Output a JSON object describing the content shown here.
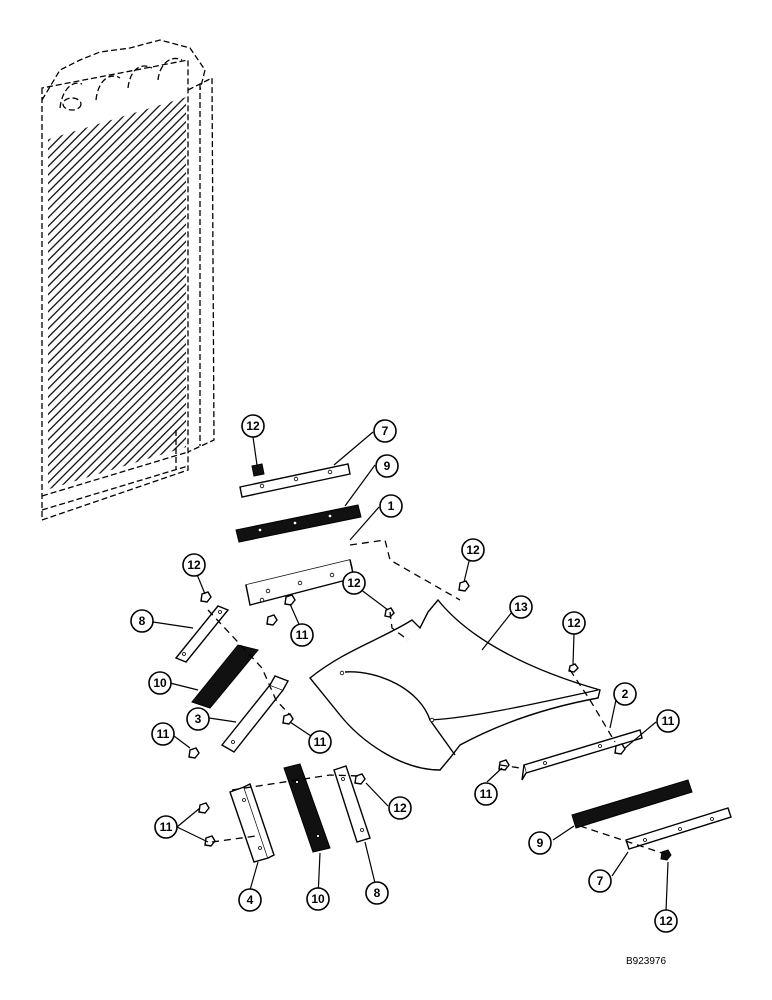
{
  "figure": {
    "reference_code": "B923976"
  },
  "callouts": [
    {
      "id": "c12a",
      "label": "12"
    },
    {
      "id": "c7a",
      "label": "7"
    },
    {
      "id": "c9a",
      "label": "9"
    },
    {
      "id": "c1",
      "label": "1"
    },
    {
      "id": "c12b",
      "label": "12"
    },
    {
      "id": "c12c",
      "label": "12"
    },
    {
      "id": "c12d",
      "label": "12"
    },
    {
      "id": "c12e",
      "label": "12"
    },
    {
      "id": "c13",
      "label": "13"
    },
    {
      "id": "c8a",
      "label": "8"
    },
    {
      "id": "c11a",
      "label": "11"
    },
    {
      "id": "c10a",
      "label": "10"
    },
    {
      "id": "c3",
      "label": "3"
    },
    {
      "id": "c11b",
      "label": "11"
    },
    {
      "id": "c11c",
      "label": "11"
    },
    {
      "id": "c2",
      "label": "2"
    },
    {
      "id": "c11d",
      "label": "11"
    },
    {
      "id": "c11e",
      "label": "11"
    },
    {
      "id": "c11f",
      "label": "11"
    },
    {
      "id": "c12f",
      "label": "12"
    },
    {
      "id": "c9b",
      "label": "9"
    },
    {
      "id": "c4",
      "label": "4"
    },
    {
      "id": "c10b",
      "label": "10"
    },
    {
      "id": "c8b",
      "label": "8"
    },
    {
      "id": "c7b",
      "label": "7"
    },
    {
      "id": "c12g",
      "label": "12"
    }
  ]
}
